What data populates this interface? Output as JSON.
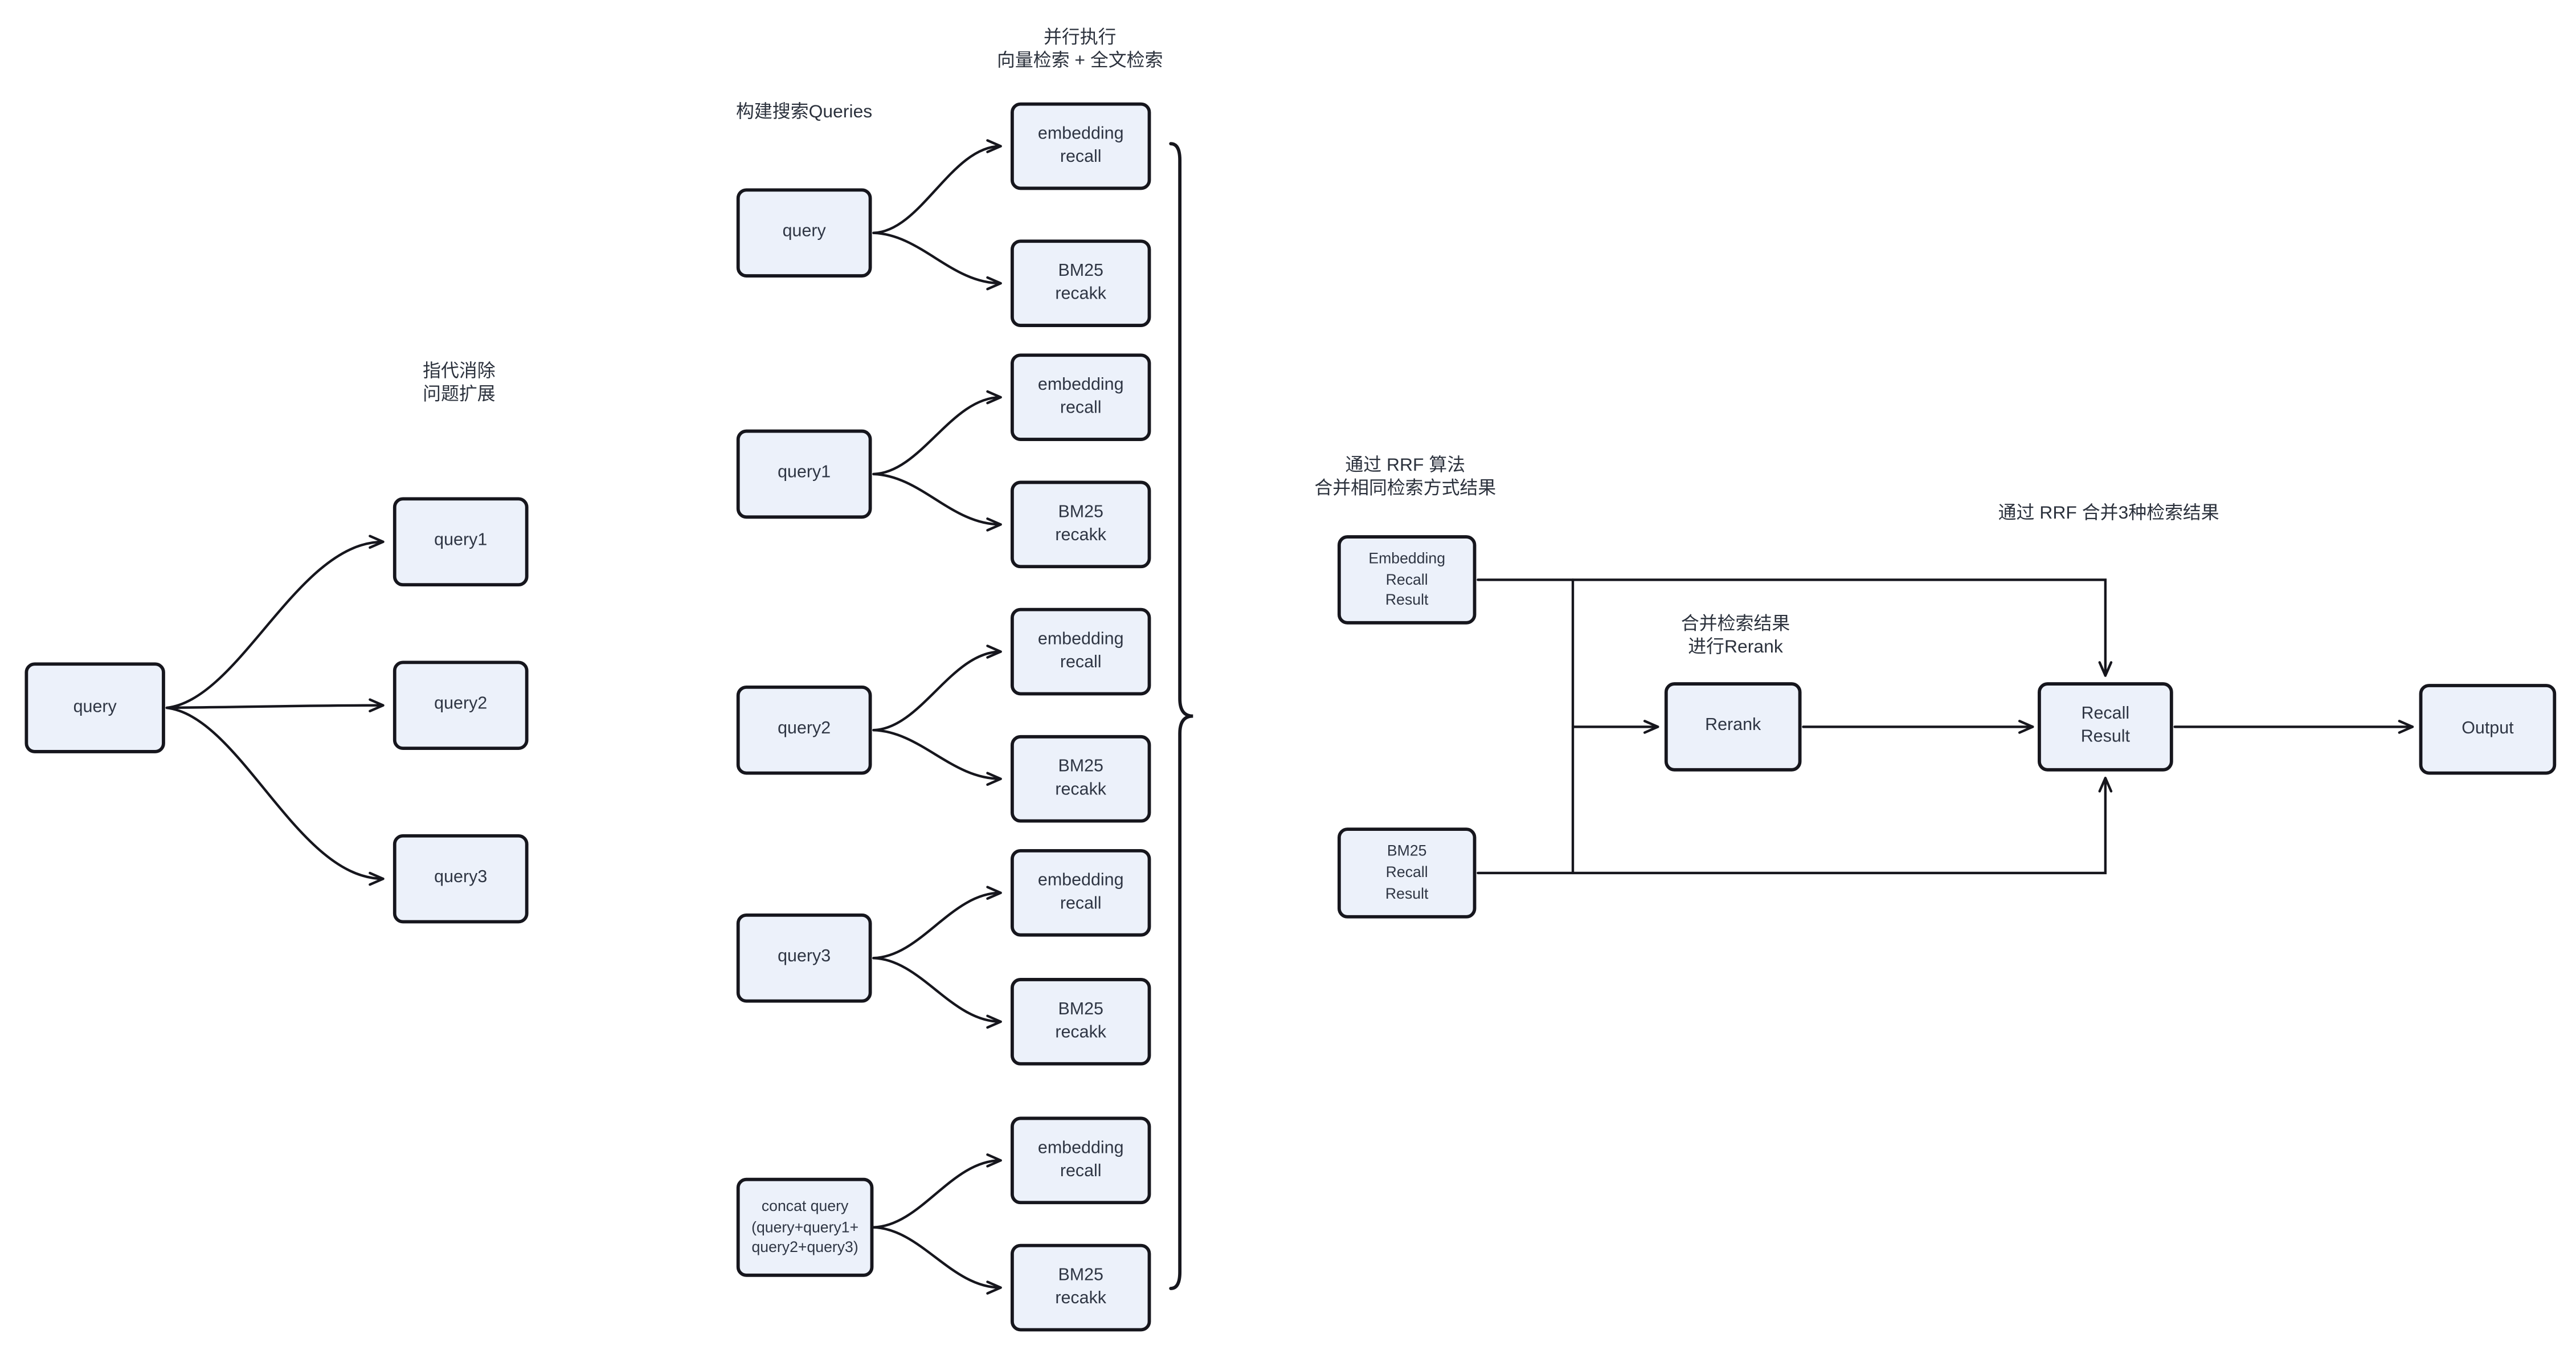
{
  "diagram": {
    "colors": {
      "background": "#ffffff",
      "node_fill": "#ecf1fa",
      "stroke": "#16161d",
      "text": "#2f3644"
    },
    "annotations": {
      "coref_expand": "指代消除\n问题扩展",
      "build_queries": "构建搜索Queries",
      "parallel_exec": "并行执行\n向量检索 + 全文检索",
      "rrf_merge_same": "通过 RRF 算法\n合并相同检索方式结果",
      "merge_rerank": "合并检索结果\n进行Rerank",
      "rrf_merge_three": "通过 RRF 合并3种检索结果"
    },
    "nodes": {
      "query": "query",
      "query1": "query1",
      "query2": "query2",
      "query3": "query3",
      "concat_query": "concat query\n(query+query1+\nquery2+query3)",
      "embedding_recall": "embedding\nrecall",
      "bm25_recall": "BM25\nrecakk",
      "embedding_recall_result": "Embedding\nRecall\nResult",
      "bm25_recall_result": "BM25\nRecall\nResult",
      "rerank": "Rerank",
      "recall_result": "Recall\nResult",
      "output": "Output"
    }
  }
}
